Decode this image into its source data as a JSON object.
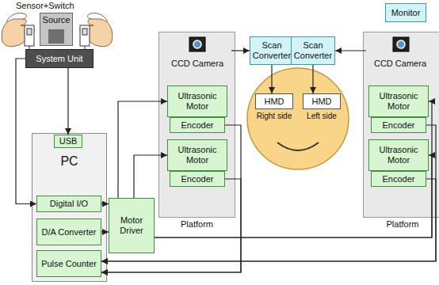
{
  "diagram": {
    "nodes": [
      {
        "text": [
          "Source"
        ]
      },
      {
        "text": [
          "System Unit"
        ]
      },
      {
        "text": [
          "PC"
        ]
      },
      {
        "text": [
          "USB"
        ],
        "in": 2
      },
      {
        "text": [
          "Digital I/O"
        ],
        "in": 2
      },
      {
        "text": [
          "D/A Converter"
        ],
        "in": 2
      },
      {
        "text": [
          "Pulse Counter"
        ],
        "in": 2
      },
      {
        "text": [
          "Motor Driver"
        ]
      },
      {
        "text": [
          "Platform"
        ]
      },
      {
        "text": [
          "CCD Camera"
        ],
        "in": 8
      },
      {
        "text": [
          "Ultrasonic Motor"
        ],
        "in": 8
      },
      {
        "text": [
          "Encoder"
        ],
        "in": 8
      },
      {
        "text": [
          "Ultrasonic Motor"
        ],
        "in": 8
      },
      {
        "text": [
          "Encoder"
        ],
        "in": 8
      },
      {
        "text": [
          "Scan Converter"
        ]
      },
      {
        "text": [
          "Scan Converter"
        ]
      },
      {
        "text": [
          "HMD"
        ]
      },
      {
        "text": [
          "HMD"
        ]
      },
      {
        "text": [
          "Monitor"
        ]
      },
      {
        "text": [
          "Platform"
        ]
      },
      {
        "text": [
          "CCD Camera"
        ],
        "in": 19
      },
      {
        "text": [
          "Ultrasonic Motor"
        ],
        "in": 19
      },
      {
        "text": [
          "Encoder"
        ],
        "in": 19
      },
      {
        "text": [
          "Ultrasonic Motor"
        ],
        "in": 19
      },
      {
        "text": [
          "Encoder"
        ],
        "in": 19
      }
    ],
    "edges": [
      {
        "from": 1,
        "to": 3,
        "arrow": "to"
      },
      {
        "from": 1,
        "to": 4,
        "arrow": "to"
      },
      {
        "from": 4,
        "to": 7,
        "arrow": "to"
      },
      {
        "from": 5,
        "to": 7,
        "arrow": "to"
      },
      {
        "from": 7,
        "to": 10,
        "arrow": "to"
      },
      {
        "from": 7,
        "to": 12,
        "arrow": "to"
      },
      {
        "from": 9,
        "to": 14,
        "arrow": "to"
      },
      {
        "from": 14,
        "to": 16,
        "arrow": "to"
      },
      {
        "from": 15,
        "to": 17,
        "arrow": "to"
      },
      {
        "from": 20,
        "to": 15,
        "arrow": "to"
      },
      {
        "from": 11,
        "to": 6,
        "arrow": "to"
      },
      {
        "from": 13,
        "to": 6,
        "arrow": "to"
      },
      {
        "from": 7,
        "to": 21,
        "arrow": "to"
      },
      {
        "from": 7,
        "to": 23,
        "arrow": "to"
      },
      {
        "from": 22,
        "to": 6,
        "arrow": "to"
      },
      {
        "from": 24,
        "to": 6,
        "arrow": "to"
      }
    ],
    "labels": [
      "Sensor+Switch",
      "Right side",
      "Left side"
    ]
  }
}
